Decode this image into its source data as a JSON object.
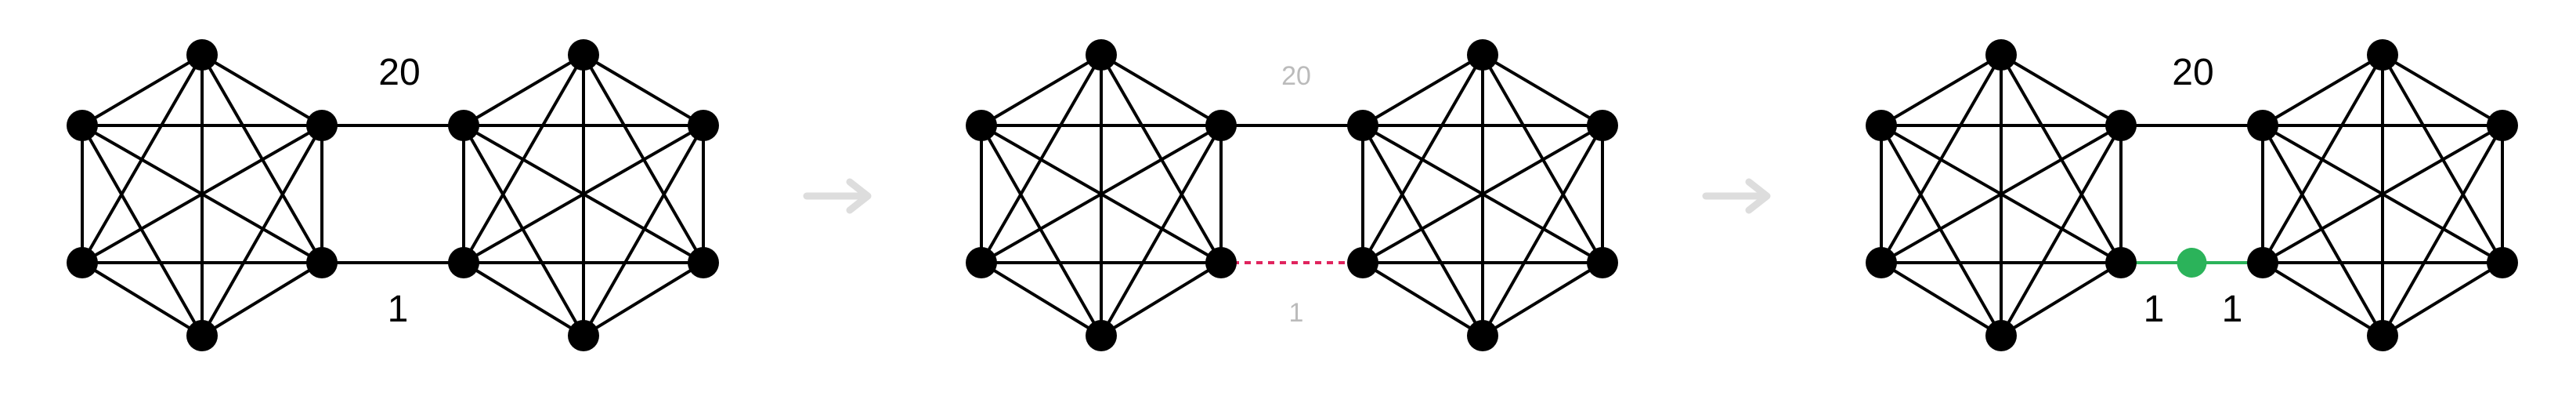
{
  "panels": [
    {
      "top_label": "20",
      "bottom_label": "1"
    },
    {
      "top_label": "20",
      "bottom_label": "1"
    },
    {
      "top_label": "20",
      "bottom_label_left": "1",
      "bottom_label_right": "1"
    }
  ],
  "colors": {
    "edge": "#000000",
    "node": "#000000",
    "faded_label": "#bbbbbb",
    "removed_edge": "#e0245e",
    "inserted_node": "#2bb35a",
    "inserted_edge": "#2bb35a",
    "arrow": "#dddddd"
  },
  "icons": [
    "right-arrow-icon",
    "right-arrow-icon"
  ]
}
